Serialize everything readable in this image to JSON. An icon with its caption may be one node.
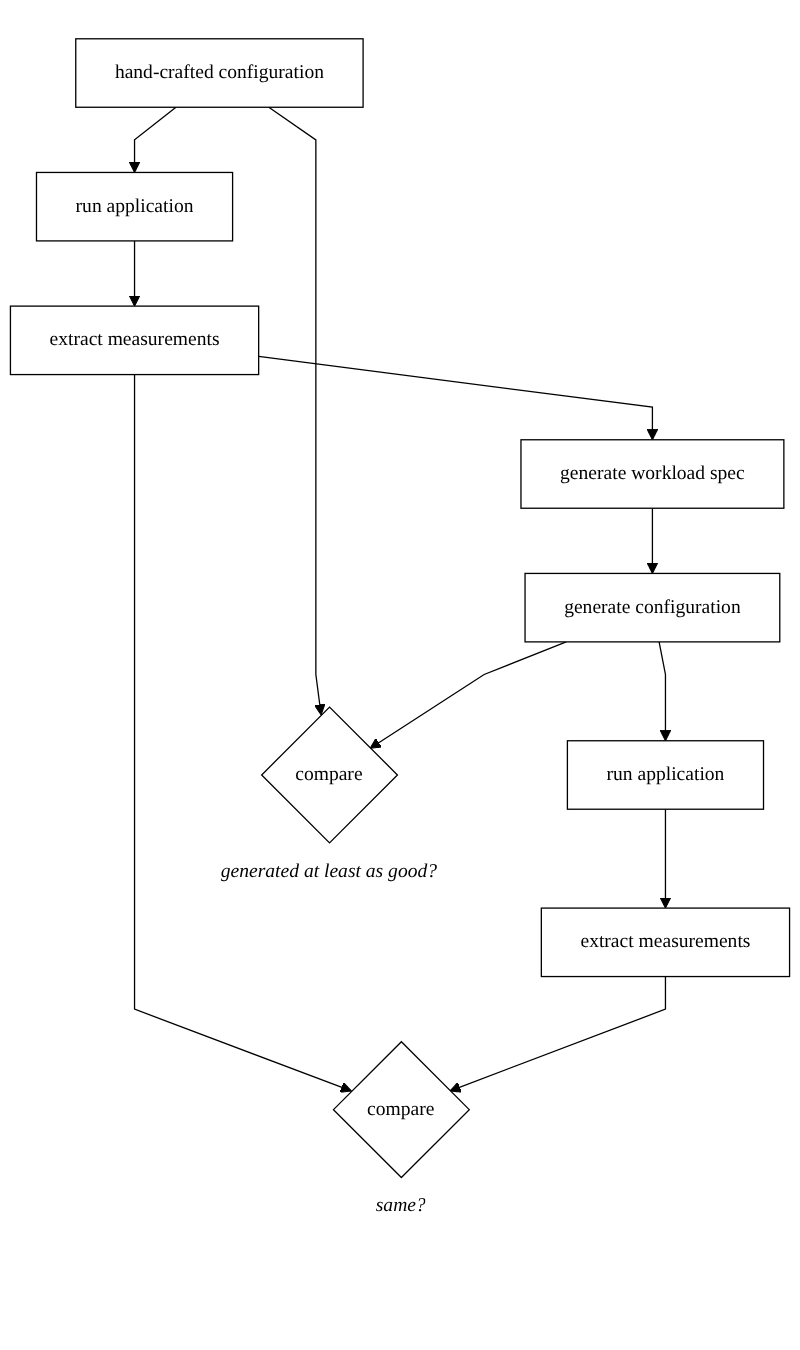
{
  "diagram": {
    "nodes": [
      {
        "text": [
          "hand-crafted configuration"
        ]
      },
      {
        "text": [
          "run application"
        ]
      },
      {
        "text": [
          "extract measurements"
        ]
      },
      {
        "text": [
          "generate workload spec"
        ]
      },
      {
        "text": [
          "generate configuration"
        ]
      },
      {
        "text": [
          "run application"
        ]
      },
      {
        "text": [
          "extract measurements"
        ]
      },
      {
        "text": [
          "compare"
        ],
        "beside": [
          "generated at least as good?"
        ]
      },
      {
        "text": [
          "compare"
        ],
        "beside": [
          "same?"
        ]
      }
    ],
    "edges": [
      {
        "from": 0,
        "to": 1,
        "arrow": "to"
      },
      {
        "from": 1,
        "to": 2,
        "arrow": "to"
      },
      {
        "from": 2,
        "to": 3,
        "arrow": "to"
      },
      {
        "from": 3,
        "to": 4,
        "arrow": "to"
      },
      {
        "from": 4,
        "to": 5,
        "arrow": "to"
      },
      {
        "from": 5,
        "to": 6,
        "arrow": "to"
      },
      {
        "from": 0,
        "to": 7,
        "arrow": "to"
      },
      {
        "from": 4,
        "to": 7,
        "arrow": "to"
      },
      {
        "from": 2,
        "to": 8,
        "arrow": "to"
      },
      {
        "from": 6,
        "to": 8,
        "arrow": "to"
      }
    ]
  }
}
